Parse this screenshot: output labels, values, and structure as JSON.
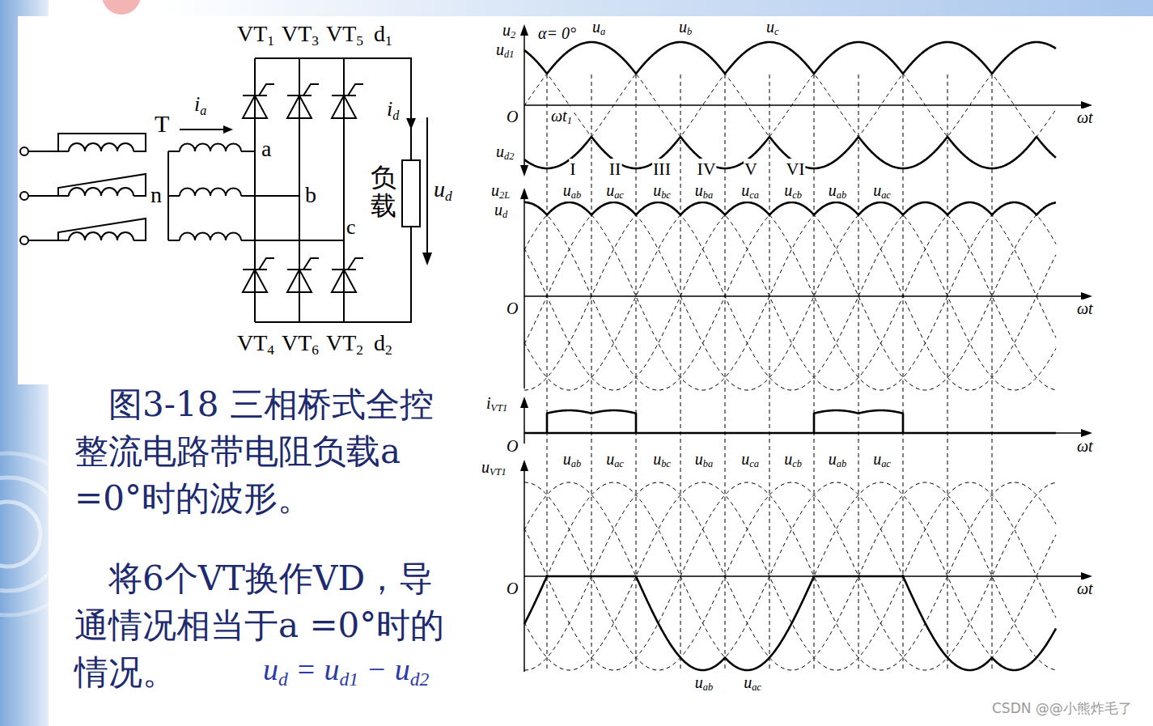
{
  "diagram": {
    "caption": "图3-18 三相桥式全控整流电路带电阻负载a =0°时的波形。",
    "nodes": [
      {
        "text": [
          "负载"
        ]
      }
    ],
    "labels": [
      "VT1",
      "VT3",
      "VT5",
      "d1",
      "T",
      "ia",
      "a",
      "n",
      "b",
      "c",
      "id",
      "ud",
      "VT4",
      "VT6",
      "VT2",
      "d2",
      "u2",
      "ud1",
      "α= 0°",
      "ua",
      "ub",
      "uc",
      "O",
      "ωt1",
      "ωt",
      "ud2",
      "I",
      "II",
      "III",
      "IV",
      "V",
      "VI",
      "uab",
      "uac",
      "ubc",
      "uba",
      "uca",
      "ucb",
      "uab",
      "uac",
      "u2L",
      "ud",
      "O",
      "ωt",
      "iVT1",
      "O",
      "ωt",
      "uVT1",
      "uab",
      "uac",
      "ubc",
      "uba",
      "uca",
      "ucb",
      "uab",
      "uac",
      "O",
      "ωt",
      "uab",
      "uac",
      "将6个VT换作VD，导通情况相当于a =0°时的情况。",
      "ud = ud1 − ud2",
      "CSDN @@小熊炸毛了"
    ]
  }
}
